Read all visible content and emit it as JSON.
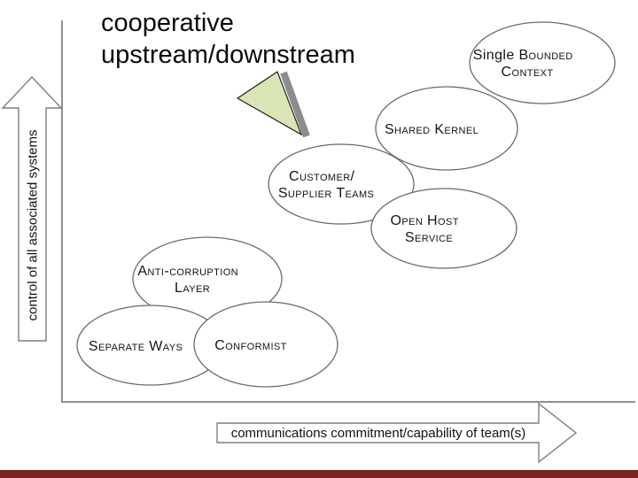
{
  "title": {
    "line1": "cooperative",
    "line2": "upstream/downstream"
  },
  "axes": {
    "y_label": "control of all associated systems",
    "x_label": "communications commitment/capability of team(s)"
  },
  "ellipses": [
    {
      "id": "customer-supplier-teams",
      "line1": "Customer/",
      "line2": "Supplier Teams"
    },
    {
      "id": "single-bounded-context",
      "prefix": "Single ",
      "line1": "Bounded",
      "line2": "Context"
    },
    {
      "id": "shared-kernel",
      "line1": "Shared Kernel"
    },
    {
      "id": "open-host-service",
      "line1": "Open Host",
      "line2": "Service"
    },
    {
      "id": "anti-corruption-layer",
      "line1": "Anti-corruption",
      "line2": "Layer"
    },
    {
      "id": "separate-ways",
      "line1": "Separate Ways"
    },
    {
      "id": "conformist",
      "line1": "Conformist"
    }
  ],
  "colors": {
    "triangle_fill": "#d9e5b5",
    "triangle_shadow": "#8c8c8c",
    "bottom_bar": "#7e2123",
    "ellipse_stroke": "#6b6b6b",
    "axis_gray": "#8f8f8f"
  }
}
